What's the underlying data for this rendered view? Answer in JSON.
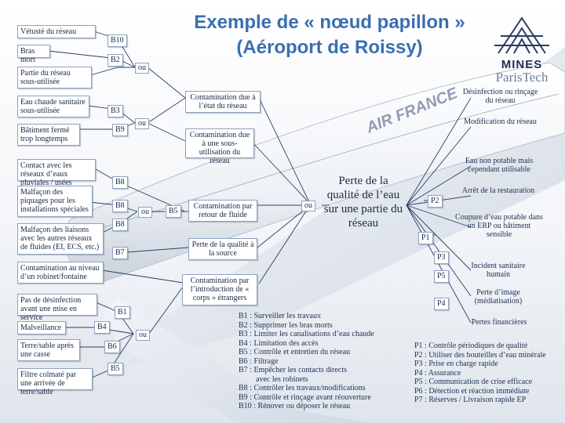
{
  "title": {
    "line1": "Exemple de « nœud papillon »",
    "line2": "(Aéroport de Roissy)"
  },
  "logo": {
    "mines": "MINES",
    "paristech": "ParisTech",
    "name": "mines-paristech-logo"
  },
  "plane_livery": "AIR FRANCE",
  "causes": [
    "Vétusté du réseau",
    "Bras mort",
    "Partie du réseau sous-utilisée",
    "Eau chaude sanitaire sous-utilisée",
    "Bâtiment fermé trop longtemps",
    "Contact avec les réseaux d’eaux pluviales / usées",
    "Malfaçon des piquages pour les installations spéciales",
    "Malfaçon des liaisons avec les autres réseaux de fluides (EI, ECS, etc.)",
    "Contamination au niveau d’un robinet/fontaine",
    "Pas de désinfection avant une mise en service",
    "Malveillance",
    "Terre/sable après une casse",
    "Filtre colmaté par une arrivée de terre/sable"
  ],
  "intermediate": [
    "Contamination due à l’état du réseau",
    "Contamination due à une sous-utilisation du réseau",
    "Contamination par retour de fluide",
    "Perte de la qualité à la source",
    "Contamination par l’introduction de « corps » étrangers"
  ],
  "ou_label": "ou",
  "barriers_left": [
    "B10",
    "B2",
    "B3",
    "B9",
    "B8",
    "B8",
    "B8",
    "B7",
    "B5",
    "B1",
    "B4",
    "B6",
    "B5"
  ],
  "center_event": "Perte de la qualité de l’eau sur une partie du réseau",
  "barriers_right": [
    "P2",
    "P1",
    "P3",
    "P5",
    "P4"
  ],
  "consequences": [
    "Désinfection ou rinçage du réseau",
    "Modification du réseau",
    "Eau non potable mais cependant utilisable",
    "Arrêt de la restauration",
    "Coupure d’eau potable dans un ERP ou bâtiment sensible",
    "Incident sanitaire humain",
    "Perte d’image (médiatisation)",
    "Pertes financières"
  ],
  "legend_b": [
    "B1 : Surveiller les travaux",
    "B2 : Supprimer les bras morts",
    "B3 : Limiter les canalisations d’eau chaude",
    "B4 : Limitation des accès",
    "B5 : Contrôle et entretien du réseau",
    "B6 : Filtrage",
    "B7 : Empêcher les contacts directs",
    "avec les robinets",
    "B8 : Contrôler les travaux/modifications",
    "B9 : Contrôle et rinçage avant réouverture",
    "B10 : Rénover ou déposer le réseau"
  ],
  "legend_p": [
    "P1 : Contrôle périodiques de qualité",
    "P2 : Utiliser des bouteilles d’eau minérale",
    "P3 : Prise en charge rapide",
    "P4 : Assurance",
    "P5 : Communication de crise efficace",
    "P6 : Détection et réaction immédiate",
    "P7 : Réserves / Livraison rapide EP"
  ]
}
